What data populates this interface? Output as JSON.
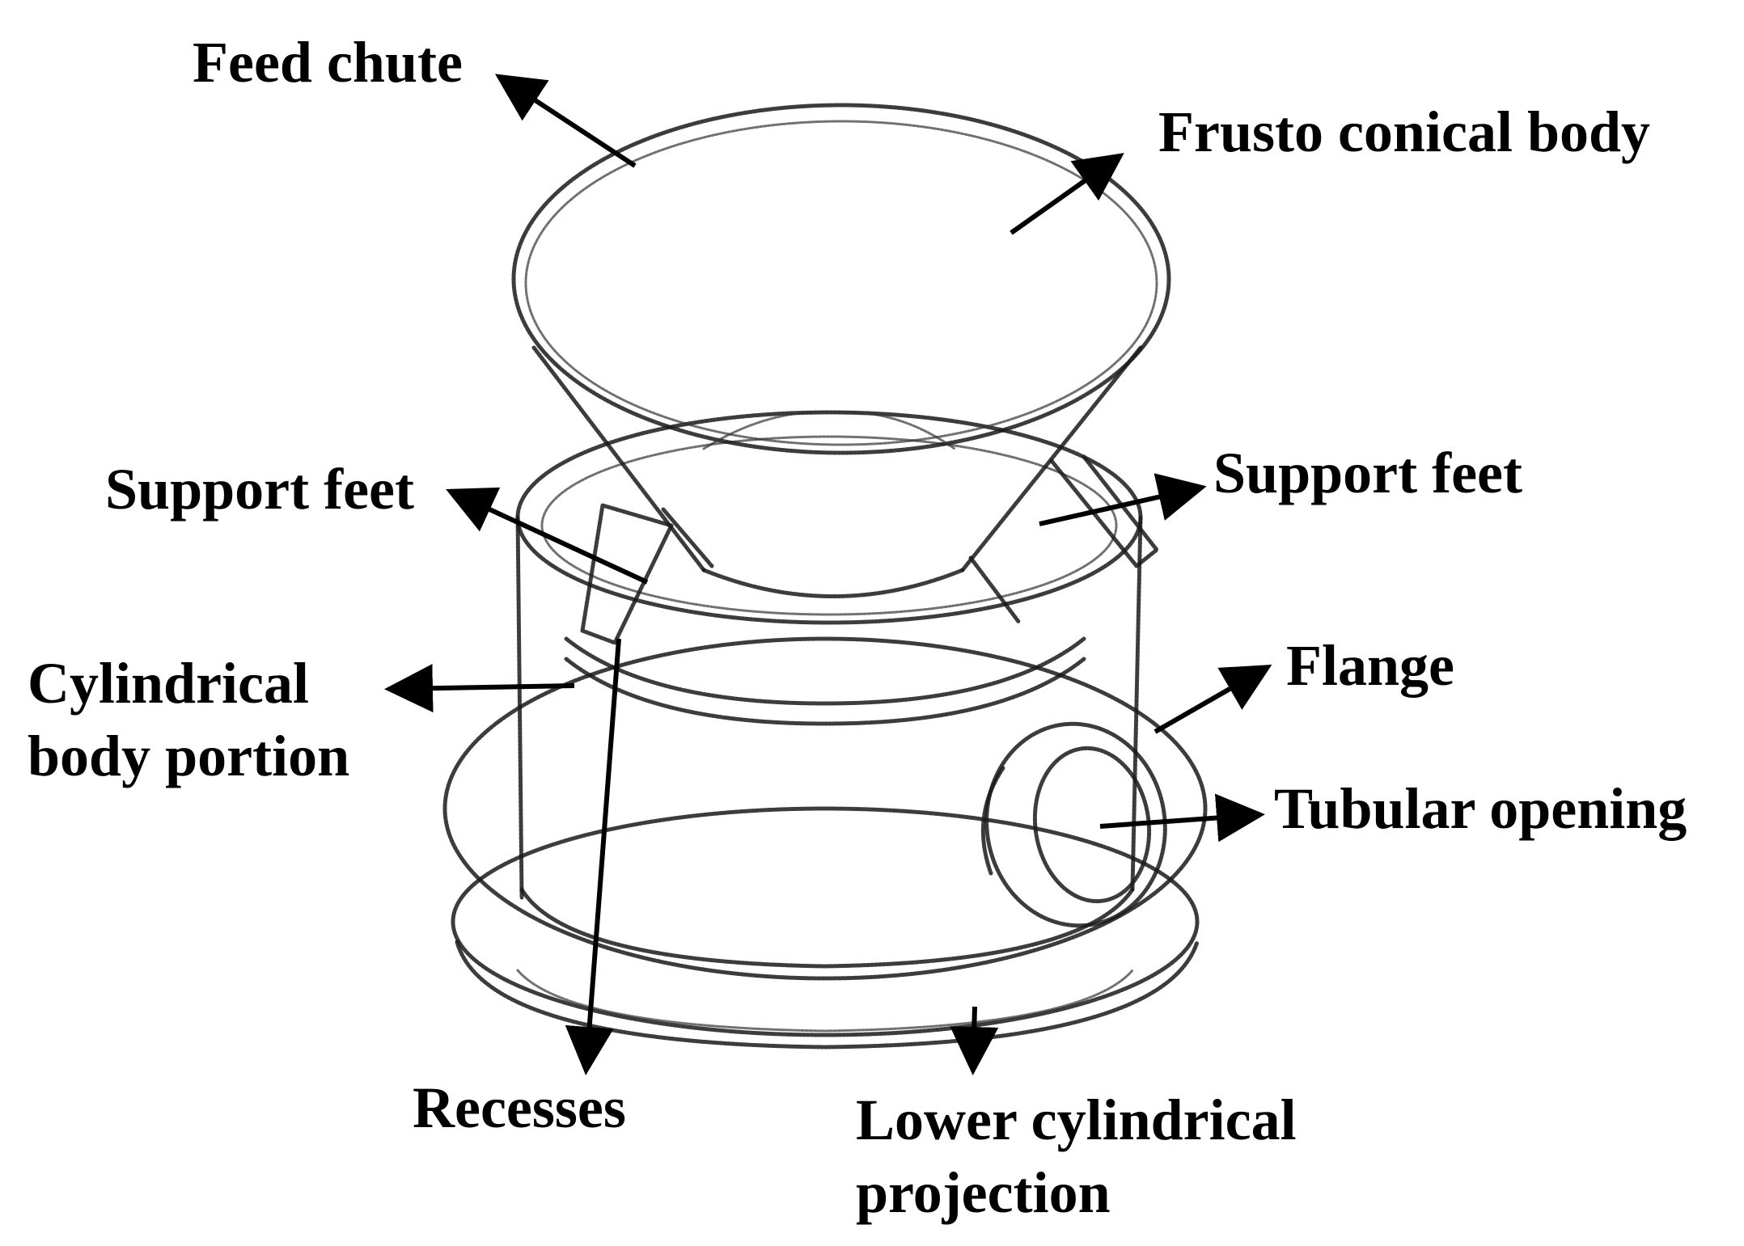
{
  "labels": {
    "feed_chute": "Feed chute",
    "frusto_conical_body": "Frusto conical body",
    "support_feet_left": "Support feet",
    "support_feet_right": "Support feet",
    "cylindrical_body_portion_line1": "Cylindrical",
    "cylindrical_body_portion_line2": "body portion",
    "flange": "Flange",
    "tubular_opening": "Tubular opening",
    "recesses": "Recesses",
    "lower_cylindrical_projection_line1": "Lower cylindrical",
    "lower_cylindrical_projection_line2": "projection"
  }
}
